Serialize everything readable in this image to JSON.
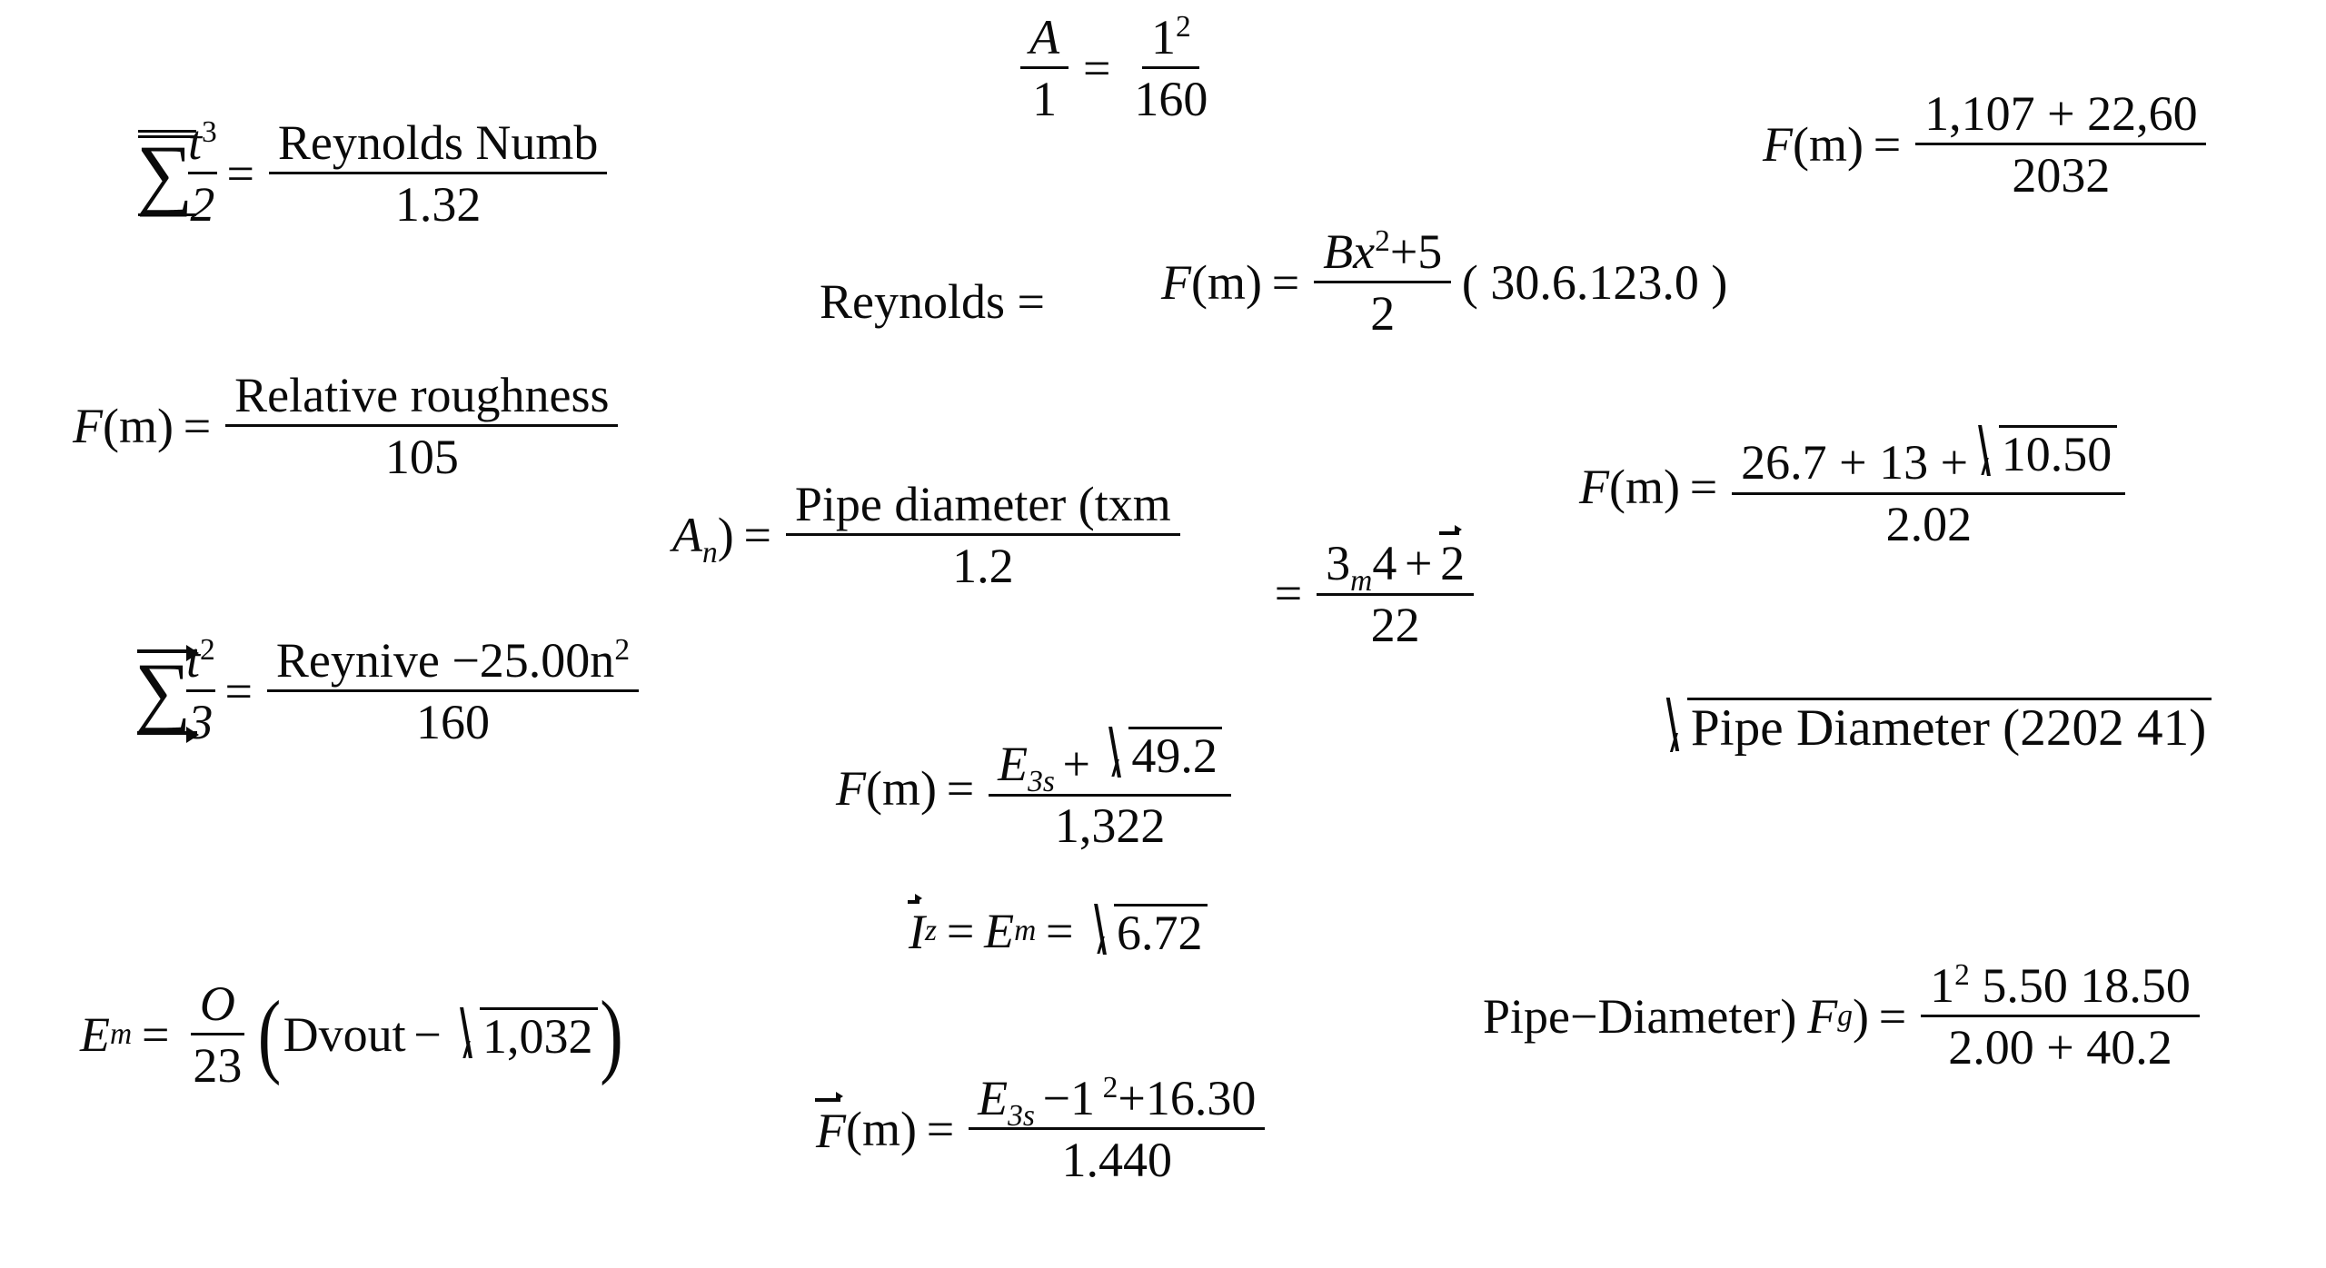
{
  "page": {
    "background_color": "#ffffff",
    "text_color": "#0a0a0a",
    "title": "Handwritten-style engineering formula sheet"
  },
  "equations": [
    {
      "id": "sum-t3-over-2-reynolds-number",
      "lhs_sum_numerator": "t",
      "lhs_sum_numerator_exponent": "3",
      "lhs_sum_denominator": "2",
      "equals": "=",
      "numerator": "Reynolds Numb",
      "denominator": "1.32"
    },
    {
      "id": "a-over-1",
      "lhs_numerator": "A",
      "lhs_denominator": "1",
      "equals": "=",
      "numerator": "1",
      "numerator_exponent": "2",
      "denominator": "160"
    },
    {
      "id": "f-m-1107-22-60",
      "lhs": "F",
      "lhs_arg": "(m)",
      "equals": "=",
      "numerator": "1,107 + 22,60",
      "denominator": "2032"
    },
    {
      "id": "reynolds-label",
      "text": "Reynolds ="
    },
    {
      "id": "f-m-bx2-plus-5",
      "lhs": "F",
      "lhs_arg": "(m)",
      "equals": "=",
      "numerator_a": "Bx",
      "numerator_exponent": "2",
      "numerator_b": "+5",
      "denominator": "2",
      "trailing": "( 30.6.123.0 )"
    },
    {
      "id": "f-m-relative-roughness",
      "lhs": "F",
      "lhs_arg": "(m)",
      "equals": "=",
      "numerator": "Relative roughness",
      "denominator": "105"
    },
    {
      "id": "f-m-26-7-13-sqrt-10-50",
      "lhs": "F",
      "lhs_arg": "(m)",
      "equals": "=",
      "numerator_prefix": "26.7 + 13 +",
      "numerator_sqrt": "10.50",
      "denominator": "2.02"
    },
    {
      "id": "a-n-pipe-diameter",
      "lhs": "A",
      "lhs_sub": "n",
      "lhs_paren": ")",
      "equals": "=",
      "numerator": "Pipe diameter (txm",
      "denominator": "1.2"
    },
    {
      "id": "equals-3m4-plus-vec2",
      "equals": "=",
      "numerator_a": "3",
      "numerator_sub": "m",
      "numerator_b": "4",
      "numerator_op": "+",
      "numerator_vector": "2",
      "denominator": "22"
    },
    {
      "id": "sum-t2-over-3-reynive",
      "lhs_sum_numerator": "t",
      "lhs_sum_numerator_exponent": "2",
      "lhs_sum_denominator": "3",
      "equals": "=",
      "numerator_prefix": "Reynive −25.00n",
      "numerator_exponent": "2",
      "denominator": "160"
    },
    {
      "id": "f-m-e3s-sqrt-49-2",
      "lhs": "F",
      "lhs_arg": "(m)",
      "equals": "=",
      "numerator_var": "E",
      "numerator_sub": "3s",
      "numerator_op": "+",
      "numerator_sqrt": "49.2",
      "denominator": "1,322"
    },
    {
      "id": "sqrt-pipe-diameter-220241",
      "sqrt_content": "Pipe Diameter (2202 41)"
    },
    {
      "id": "vec-i-equals-em-sqrt-6-72",
      "lhs_vector": "I",
      "lhs_sub": "z",
      "equals_1": "=",
      "middle_var": "E",
      "middle_sub": "m",
      "equals_2": "=",
      "sqrt_content": "6.72"
    },
    {
      "id": "em-o-over-23-dvout",
      "lhs": "E",
      "lhs_sub": "m",
      "equals": "=",
      "numerator": "O",
      "denominator": "23",
      "paren_open": "(",
      "term": "Dvout",
      "op": "−",
      "sqrt_content": "1,032",
      "paren_close": ")"
    },
    {
      "id": "pipe-diameter-fg",
      "label": "Pipe−Diameter)",
      "var": "F",
      "var_sub": "g",
      "paren_close": ")",
      "equals": "=",
      "numerator_a": "1",
      "numerator_exponent": "2",
      "numerator_b": "5.50 18.50",
      "denominator": "2.00 + 40.2"
    },
    {
      "id": "vec-f-m-e3s-minus-1-2-plus-16-30",
      "lhs_vector": "F",
      "lhs_arg": "(m)",
      "equals": "=",
      "numerator_var": "E",
      "numerator_sub": "3s",
      "numerator_op": "−1",
      "numerator_exponent": "2",
      "numerator_tail": "+16.30",
      "denominator": "1.440"
    }
  ]
}
